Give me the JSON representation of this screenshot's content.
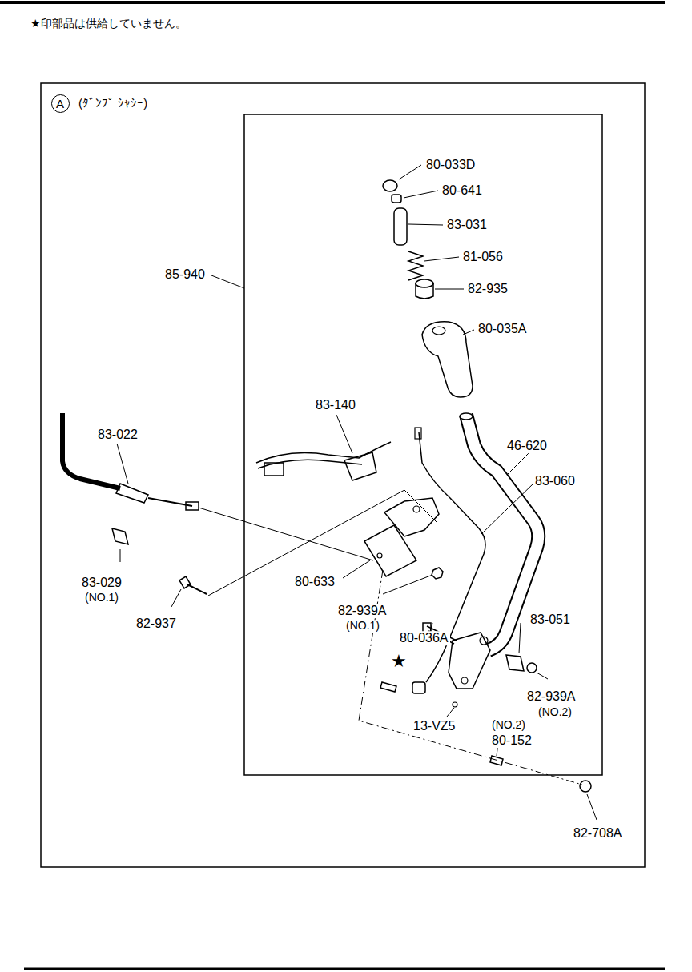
{
  "diagram": {
    "nodes": [
      {
        "text": [
          "A"
        ]
      }
    ],
    "labels": [
      "★印部品は供給していません。",
      "(ﾀﾞﾝﾌﾟ ｼｬｼｰ)",
      "80-033D",
      "80-641",
      "83-031",
      "81-056",
      "82-935",
      "80-035A",
      "85-940",
      "83-140",
      "83-022",
      "46-620",
      "83-060",
      "83-029",
      "(NO.1)",
      "80-633",
      "82-939A",
      "(NO.1)",
      "82-937",
      "80-036A",
      "83-051",
      "★",
      "82-939A",
      "(NO.2)",
      "13-VZ5",
      "(NO.2)",
      "80-152",
      "82-708A"
    ]
  }
}
